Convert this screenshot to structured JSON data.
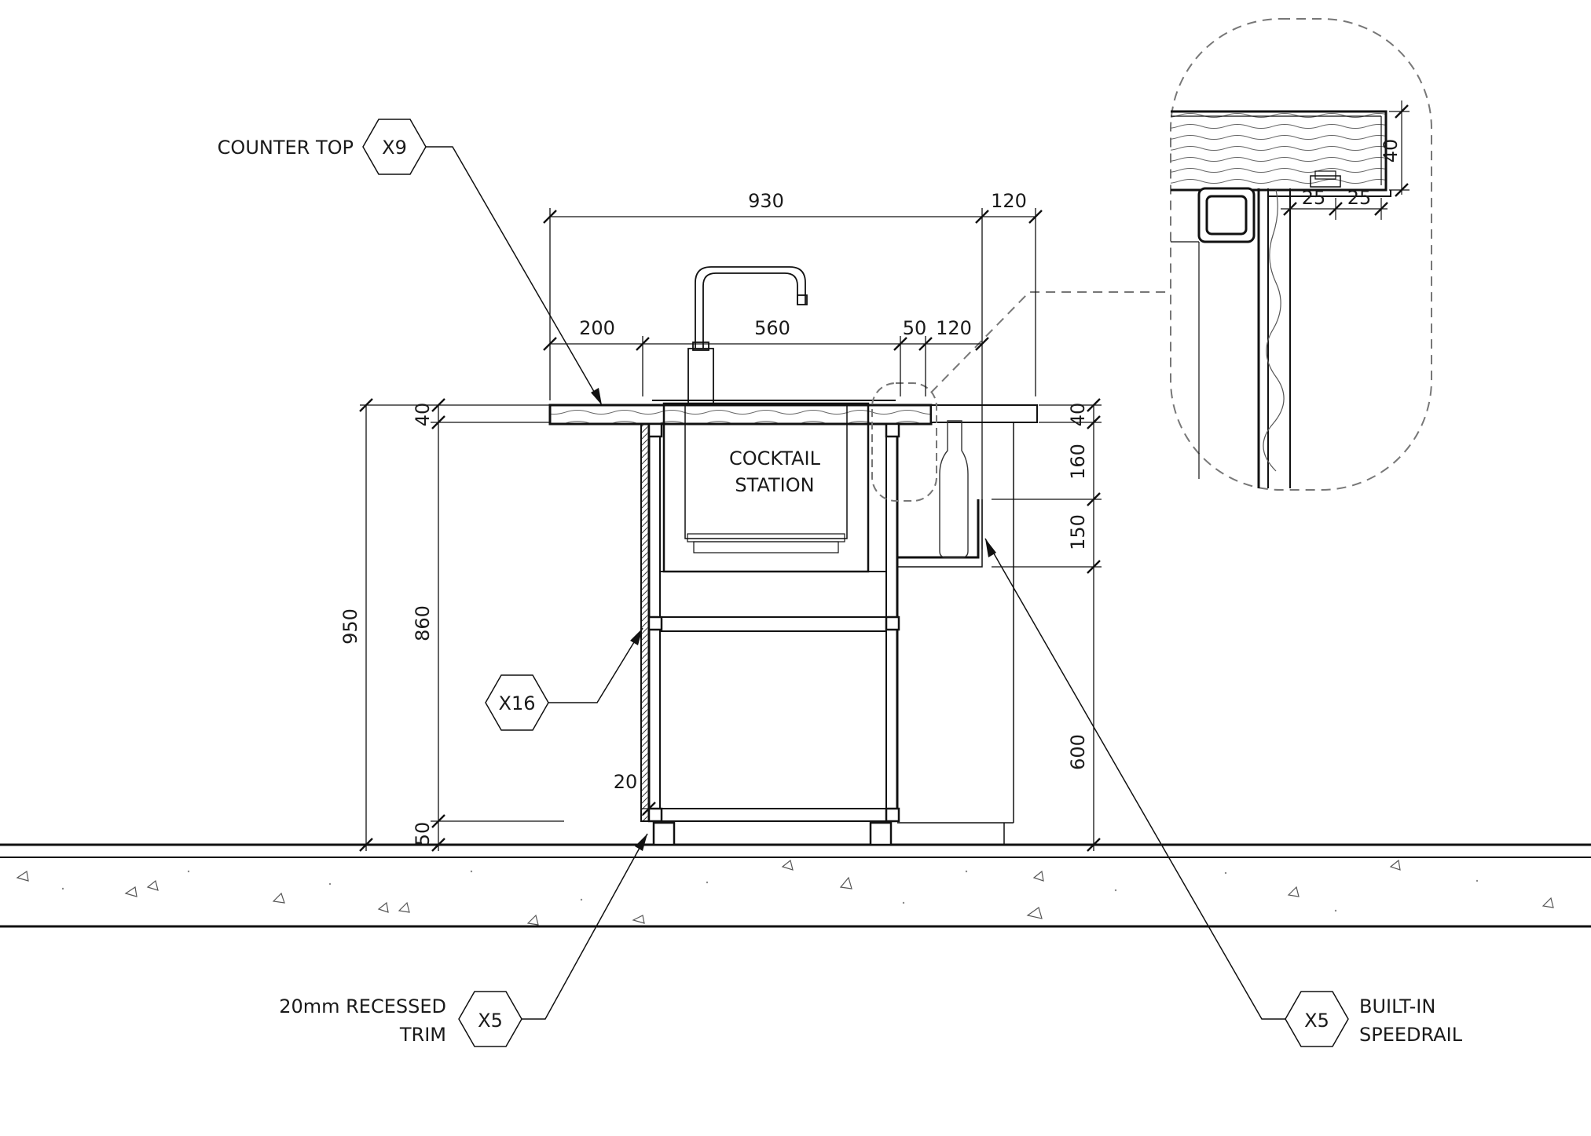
{
  "dimensions": {
    "overall_width": "930",
    "right_overhang_top": "120",
    "left_overhang": "200",
    "sink_width": "560",
    "gap_right": "50",
    "right_overhang": "120",
    "total_height": "950",
    "cabinet_height": "860",
    "plinth_height": "50",
    "top_thickness_left": "40",
    "top_thickness_right": "40",
    "upper_offset": "160",
    "rail_depth": "150",
    "rail_height": "600",
    "trim_recess": "20",
    "detail_thickness": "40",
    "detail_gap_left": "25",
    "detail_gap_right": "25"
  },
  "labels": {
    "counter_top": "COUNTER TOP",
    "cocktail_line1": "COCKTAIL",
    "cocktail_line2": "STATION",
    "trim_line1": "20mm RECESSED",
    "trim_line2": "TRIM",
    "speedrail_line1": "BUILT-IN",
    "speedrail_line2": "SPEEDRAIL"
  },
  "tags": {
    "counter_top": "X9",
    "panel": "X16",
    "trim": "X5",
    "speedrail": "X5"
  }
}
